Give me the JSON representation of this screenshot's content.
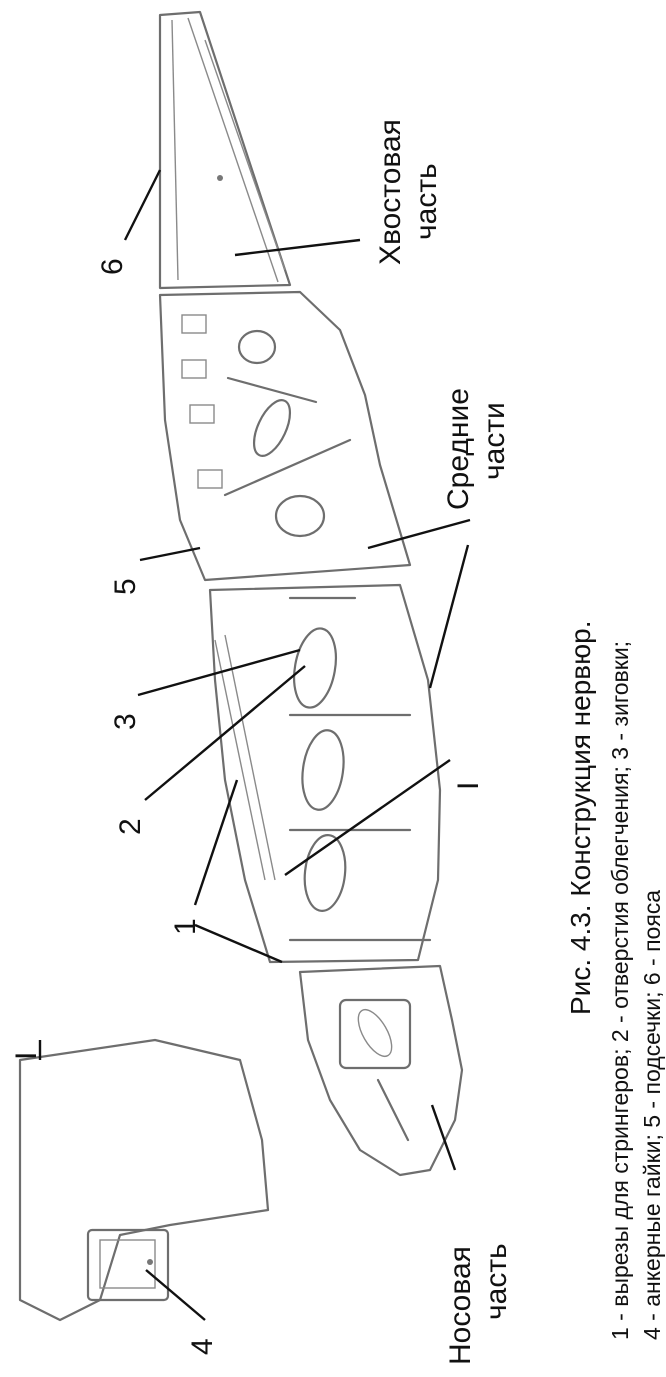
{
  "caption": {
    "title": "Рис. 4.3. Конструкция нервюр.",
    "legend_line1": "1 - вырезы для стрингеров; 2 - отверстия облегчения; 3 - зиговки;",
    "legend_line2": "4 - анкерные гайки; 5 - подсечки; 6 - пояса"
  },
  "parts": {
    "tail_1": "Хвостовая",
    "tail_2": "часть",
    "middle_1": "Средние",
    "middle_2": "части",
    "nose_1": "Носовая",
    "nose_2": "часть"
  },
  "callouts": {
    "n1": "1",
    "n2": "2",
    "n3": "3",
    "n4": "4",
    "n5": "5",
    "n6": "6",
    "section_top": "I",
    "section_mid": "I"
  }
}
